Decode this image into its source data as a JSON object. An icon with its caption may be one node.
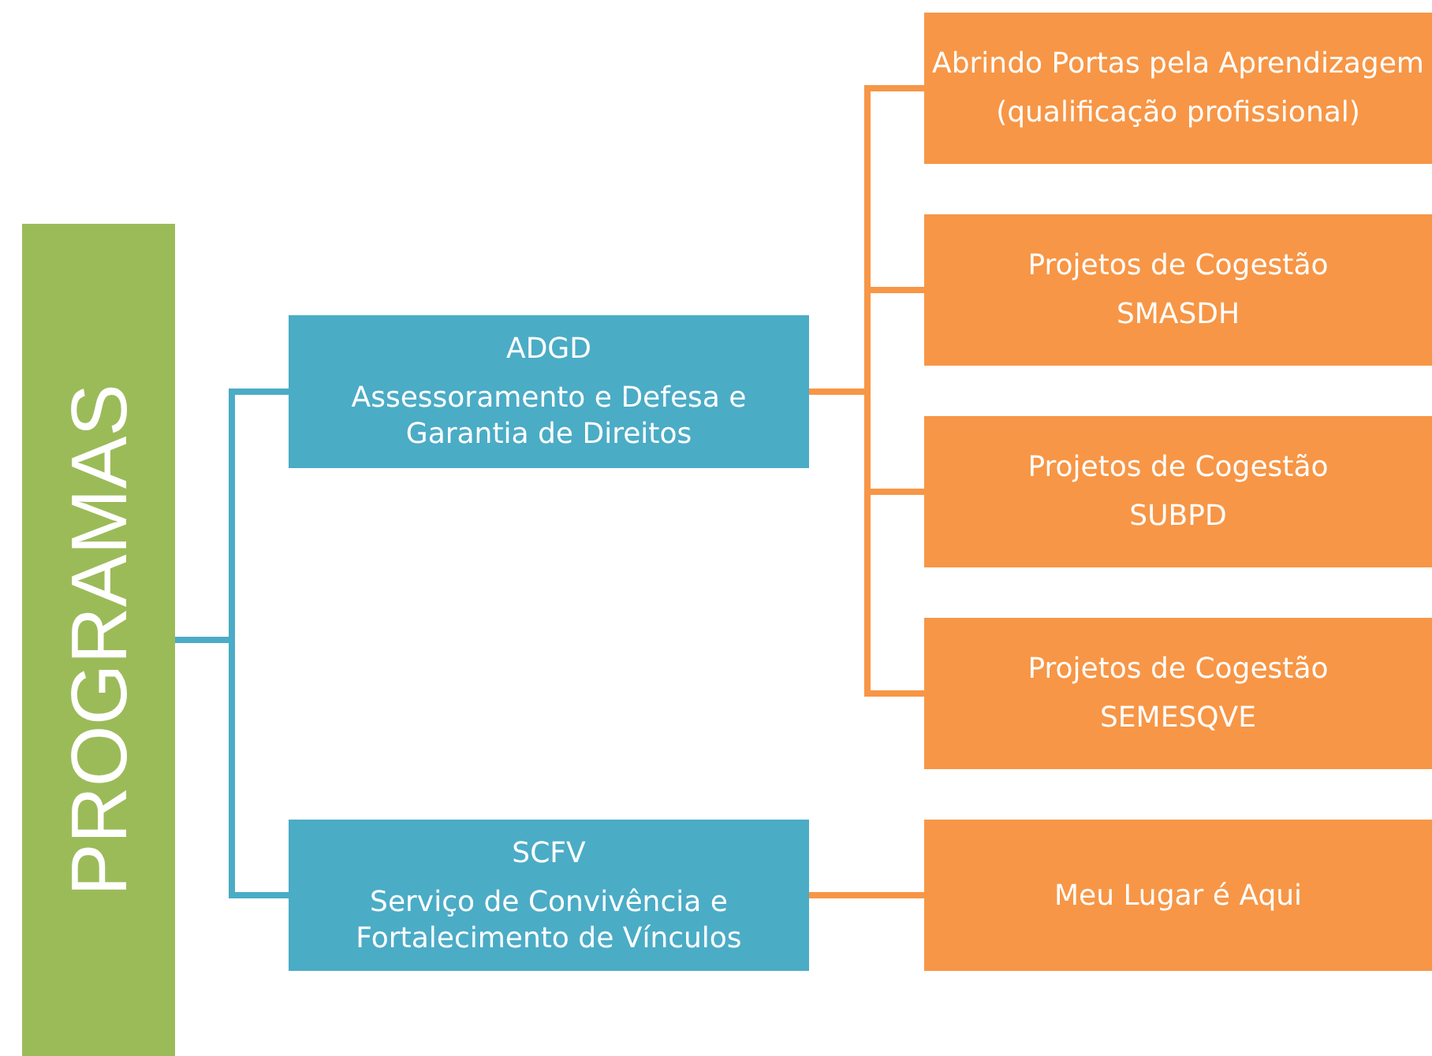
{
  "diagram": {
    "nodes": [
      {
        "text": [
          "PROGRAMAS"
        ]
      },
      {
        "text": [
          "ADGD",
          "Assessoramento e Defesa e Garantia de Direitos"
        ]
      },
      {
        "text": [
          "SCFV",
          "Serviço de Convivência e Fortalecimento de Vínculos"
        ]
      },
      {
        "text": [
          "Abrindo Portas pela Aprendizagem",
          "(qualificação profissional)"
        ]
      },
      {
        "text": [
          "Projetos de Cogestão",
          "SMASDH"
        ]
      },
      {
        "text": [
          "Projetos de Cogestão",
          "SUBPD"
        ]
      },
      {
        "text": [
          "Projetos de Cogestão",
          "SEMESQVE"
        ]
      },
      {
        "text": [
          "Meu Lugar é Aqui"
        ]
      }
    ],
    "edges": [
      {
        "from": 0,
        "to": 1,
        "arrow": "none",
        "color": "#4bacc6"
      },
      {
        "from": 0,
        "to": 2,
        "arrow": "none",
        "color": "#4bacc6"
      },
      {
        "from": 1,
        "to": 3,
        "arrow": "none"
      },
      {
        "from": 1,
        "to": 4,
        "arrow": "none"
      },
      {
        "from": 1,
        "to": 5,
        "arrow": "none"
      },
      {
        "from": 1,
        "to": 6,
        "arrow": "none"
      },
      {
        "from": 2,
        "to": 7,
        "arrow": "none"
      }
    ]
  }
}
